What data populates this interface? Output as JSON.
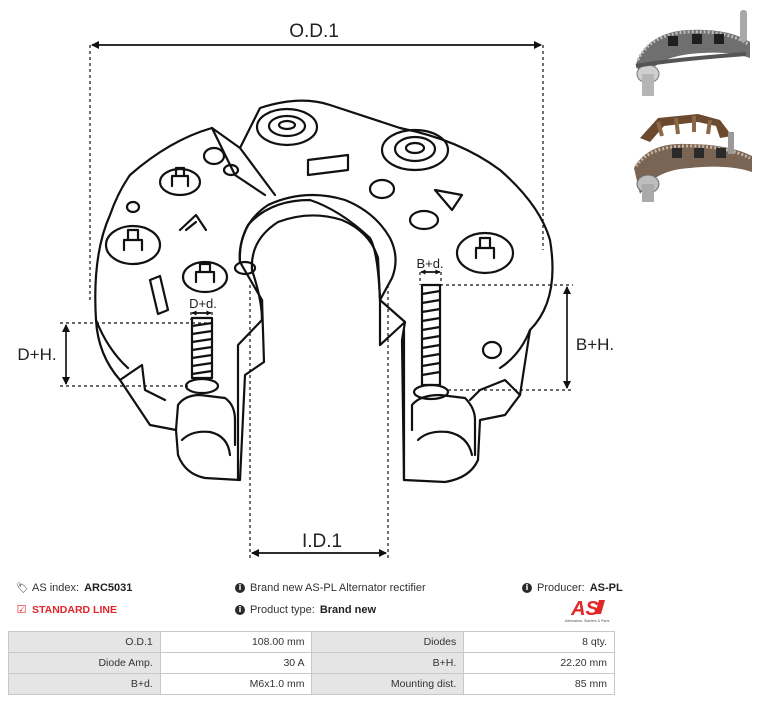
{
  "dimensions": {
    "od_label": "O.D.1",
    "id_label": "I.D.1",
    "dh_label": "D+H.",
    "bh_label": "B+H.",
    "dd_label": "D+d.",
    "bd_label": "B+d."
  },
  "info": {
    "as_index_label": "AS index:",
    "as_index_value": "ARC5031",
    "brand_new_text": "Brand new AS-PL Alternator rectifier",
    "producer_label": "Producer:",
    "producer_value": "AS-PL",
    "standard_line": "STANDARD LINE",
    "product_type_label": "Product type:",
    "product_type_value": "Brand new"
  },
  "logo": {
    "mark": "AS",
    "tagline": "Alternators, Starters & Parts",
    "color": "#e3262a"
  },
  "specs": [
    [
      {
        "label": "O.D.1",
        "value": "108.00 mm"
      },
      {
        "label": "Diodes",
        "value": "8 qty."
      }
    ],
    [
      {
        "label": "Diode Amp.",
        "value": "30 A"
      },
      {
        "label": "B+H.",
        "value": "22.20 mm"
      }
    ],
    [
      {
        "label": "B+d.",
        "value": "M6x1.0 mm"
      },
      {
        "label": "Mounting dist.",
        "value": "85 mm"
      }
    ]
  ],
  "colors": {
    "accent_red": "#e3262a",
    "table_label_bg": "#e5e5e5",
    "photo_brown": "#6b4a30",
    "photo_silver": "#8f8f8f"
  }
}
